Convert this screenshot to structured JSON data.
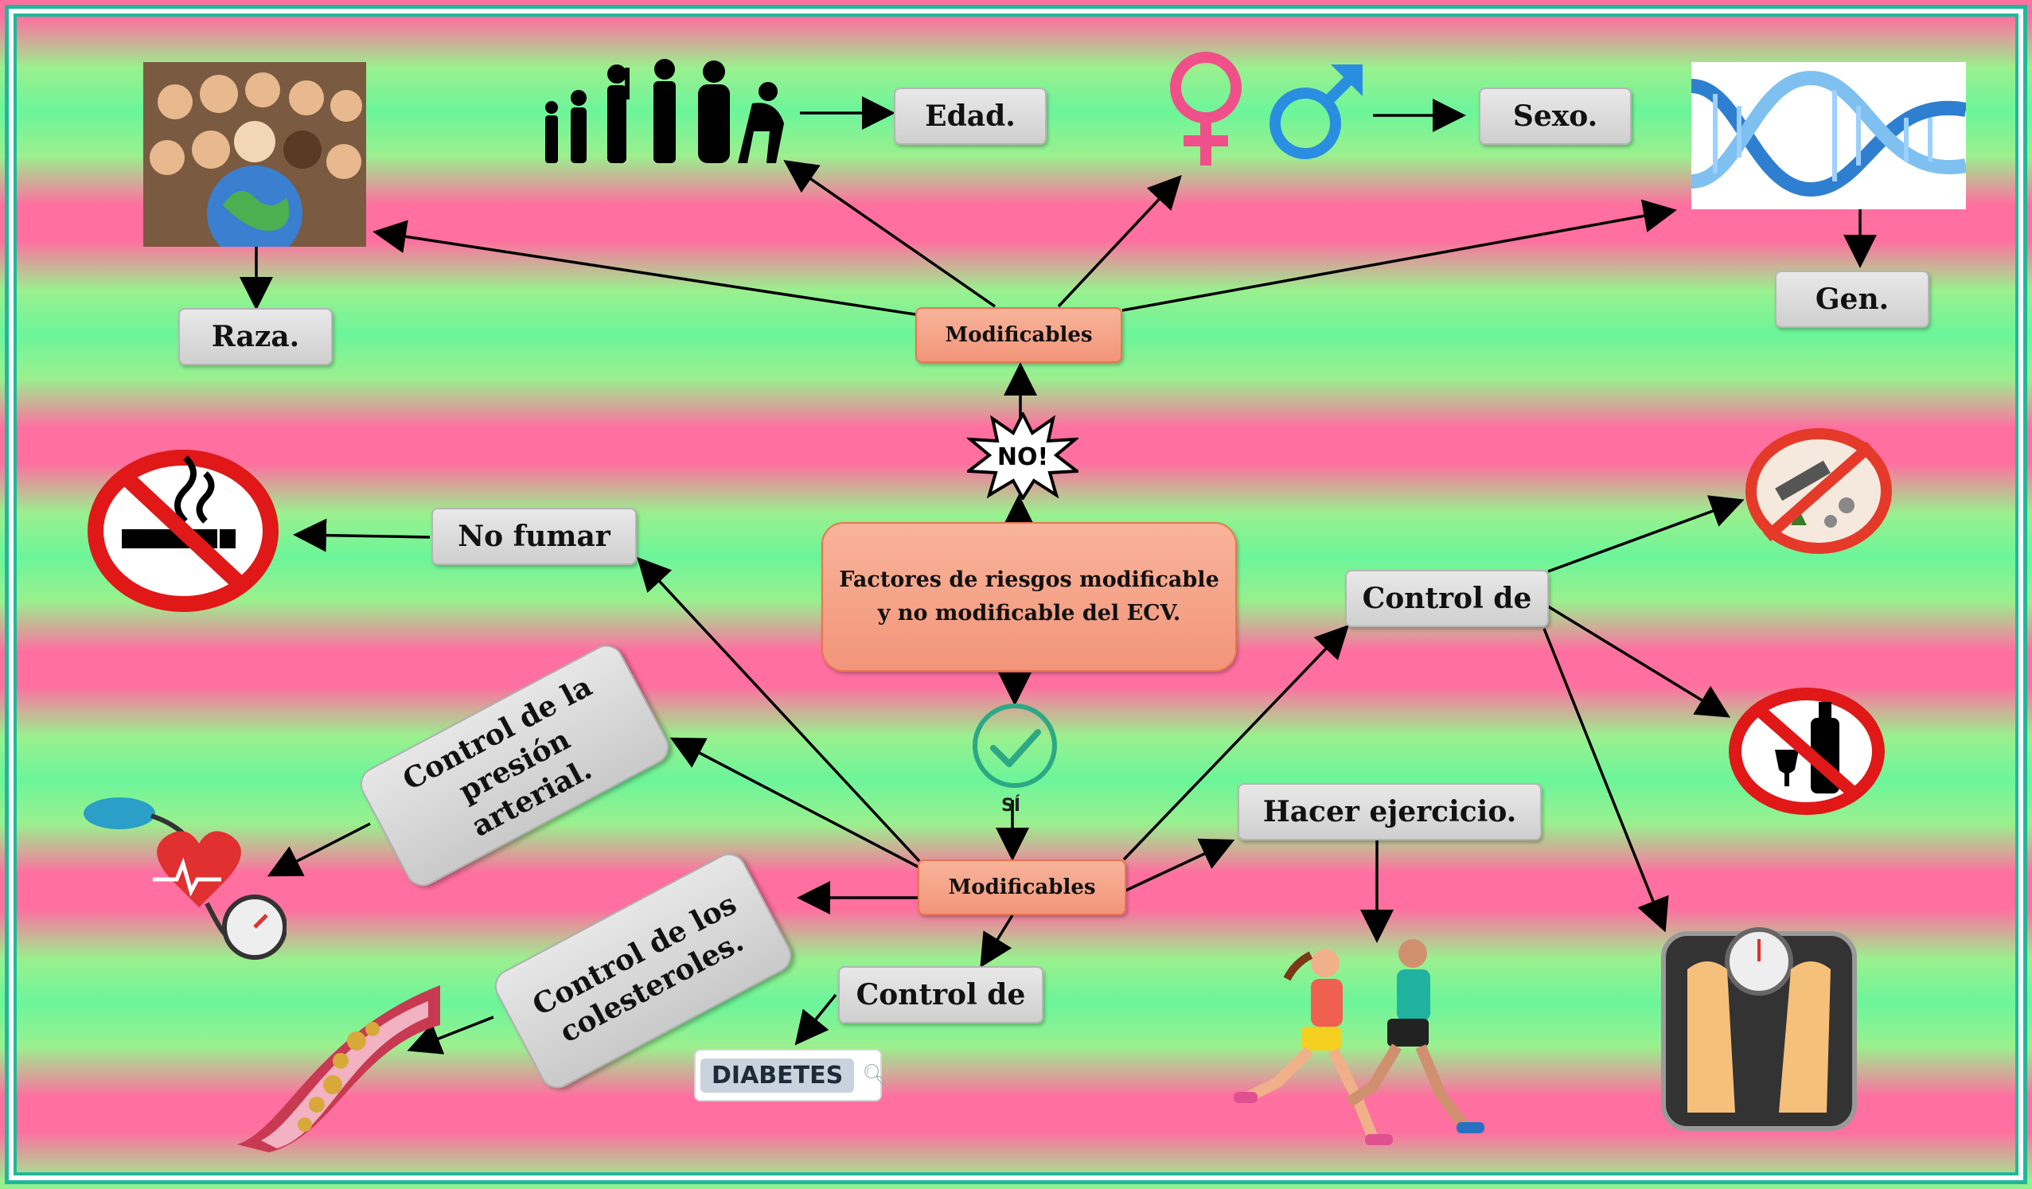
{
  "center_title": "Factores de riesgos modificable y no modificable del ECV.",
  "top_node": "Modificables",
  "bottom_node": "Modificables",
  "no_badge": "NO!",
  "si_label": "SÍ",
  "non_modifiable": {
    "age": "Edad.",
    "sex": "Sexo.",
    "gene": "Gen.",
    "race": "Raza."
  },
  "modifiable": {
    "no_smoking": "No fumar",
    "blood_pressure": "Control de la presión arterial.",
    "cholesterol": "Control de los colesteroles.",
    "diabetes_control": "Control de",
    "diabetes_tag": "DIABETES",
    "exercise": "Hacer ejercicio.",
    "control_right": "Control de"
  },
  "icons": [
    "people-world-icon",
    "evolution-silhouettes-icon",
    "female-symbol-icon",
    "male-symbol-icon",
    "dna-icon",
    "no-smoking-icon",
    "no-drugs-icon",
    "no-alcohol-icon",
    "heart-blood-pressure-icon",
    "artery-cholesterol-icon",
    "runners-icon",
    "weight-scale-icon",
    "check-icon",
    "search-icon"
  ],
  "colors": {
    "node_salmon": "#f2957a",
    "gray_box": "#cfcfcf",
    "frame": "#1fb89a",
    "pink_band": "#ff6fa0",
    "green_band": "#6cf59a"
  }
}
